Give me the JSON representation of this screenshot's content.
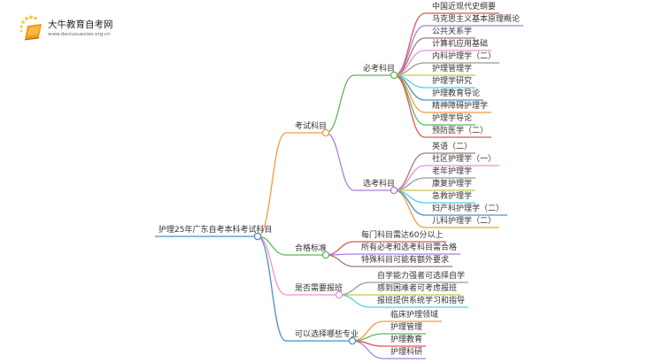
{
  "logo": {
    "title": "大牛教育自考网",
    "url": "www.daniuxuexiao.org.cn"
  },
  "root": {
    "label": "护理25年广东自考本科考试科目",
    "color": "#4a90c8"
  },
  "branches": [
    {
      "label": "考试科目",
      "color": "#f59a3c",
      "children": [
        {
          "label": "必考科目",
          "color": "#5cb85c",
          "children": [
            {
              "label": "中国近现代史纲要",
              "color": "#e05555"
            },
            {
              "label": "马克思主义基本原理概论",
              "color": "#a97fd6"
            },
            {
              "label": "公共关系学",
              "color": "#a07a70"
            },
            {
              "label": "计算机应用基础",
              "color": "#ef8fd0"
            },
            {
              "label": "内科护理学（二）",
              "color": "#999999"
            },
            {
              "label": "护理管理学",
              "color": "#c8c84a"
            },
            {
              "label": "护理学研究",
              "color": "#4fd0e0"
            },
            {
              "label": "护理教育导论",
              "color": "#4a90c8"
            },
            {
              "label": "精神障碍护理学",
              "color": "#f59a3c"
            },
            {
              "label": "护理学导论",
              "color": "#5cb85c"
            },
            {
              "label": "预防医学（二）",
              "color": "#e05555"
            }
          ]
        },
        {
          "label": "选考科目",
          "color": "#a97fd6",
          "children": [
            {
              "label": "英语（二）",
              "color": "#a07a70"
            },
            {
              "label": "社区护理学（一）",
              "color": "#ef8fd0"
            },
            {
              "label": "老年护理学",
              "color": "#999999"
            },
            {
              "label": "康复护理学",
              "color": "#c8c84a"
            },
            {
              "label": "急救护理学",
              "color": "#4fd0e0"
            },
            {
              "label": "妇产科护理学（二）",
              "color": "#4a90c8"
            },
            {
              "label": "儿科护理学（二）",
              "color": "#f59a3c"
            }
          ]
        }
      ]
    },
    {
      "label": "合格标准",
      "color": "#5cb85c",
      "children": [
        {
          "label": "每门科目需达60分以上",
          "color": "#e05555"
        },
        {
          "label": "所有必考和选考科目需合格",
          "color": "#a97fd6"
        },
        {
          "label": "特殊科目可能有额外要求",
          "color": "#a07a70"
        }
      ]
    },
    {
      "label": "是否需要报班",
      "color": "#ef8fd0",
      "children": [
        {
          "label": "自学能力强者可选择自学",
          "color": "#999999"
        },
        {
          "label": "感到困难者可考虑报班",
          "color": "#c8c84a"
        },
        {
          "label": "报班提供系统学习和指导",
          "color": "#4fd0e0"
        }
      ]
    },
    {
      "label": "可以选择哪些专业",
      "color": "#4a90c8",
      "children": [
        {
          "label": "临床护理领域",
          "color": "#f59a3c"
        },
        {
          "label": "护理管理",
          "color": "#5cb85c"
        },
        {
          "label": "护理教育",
          "color": "#e05555"
        },
        {
          "label": "护理科研",
          "color": "#a97fd6"
        }
      ]
    }
  ]
}
